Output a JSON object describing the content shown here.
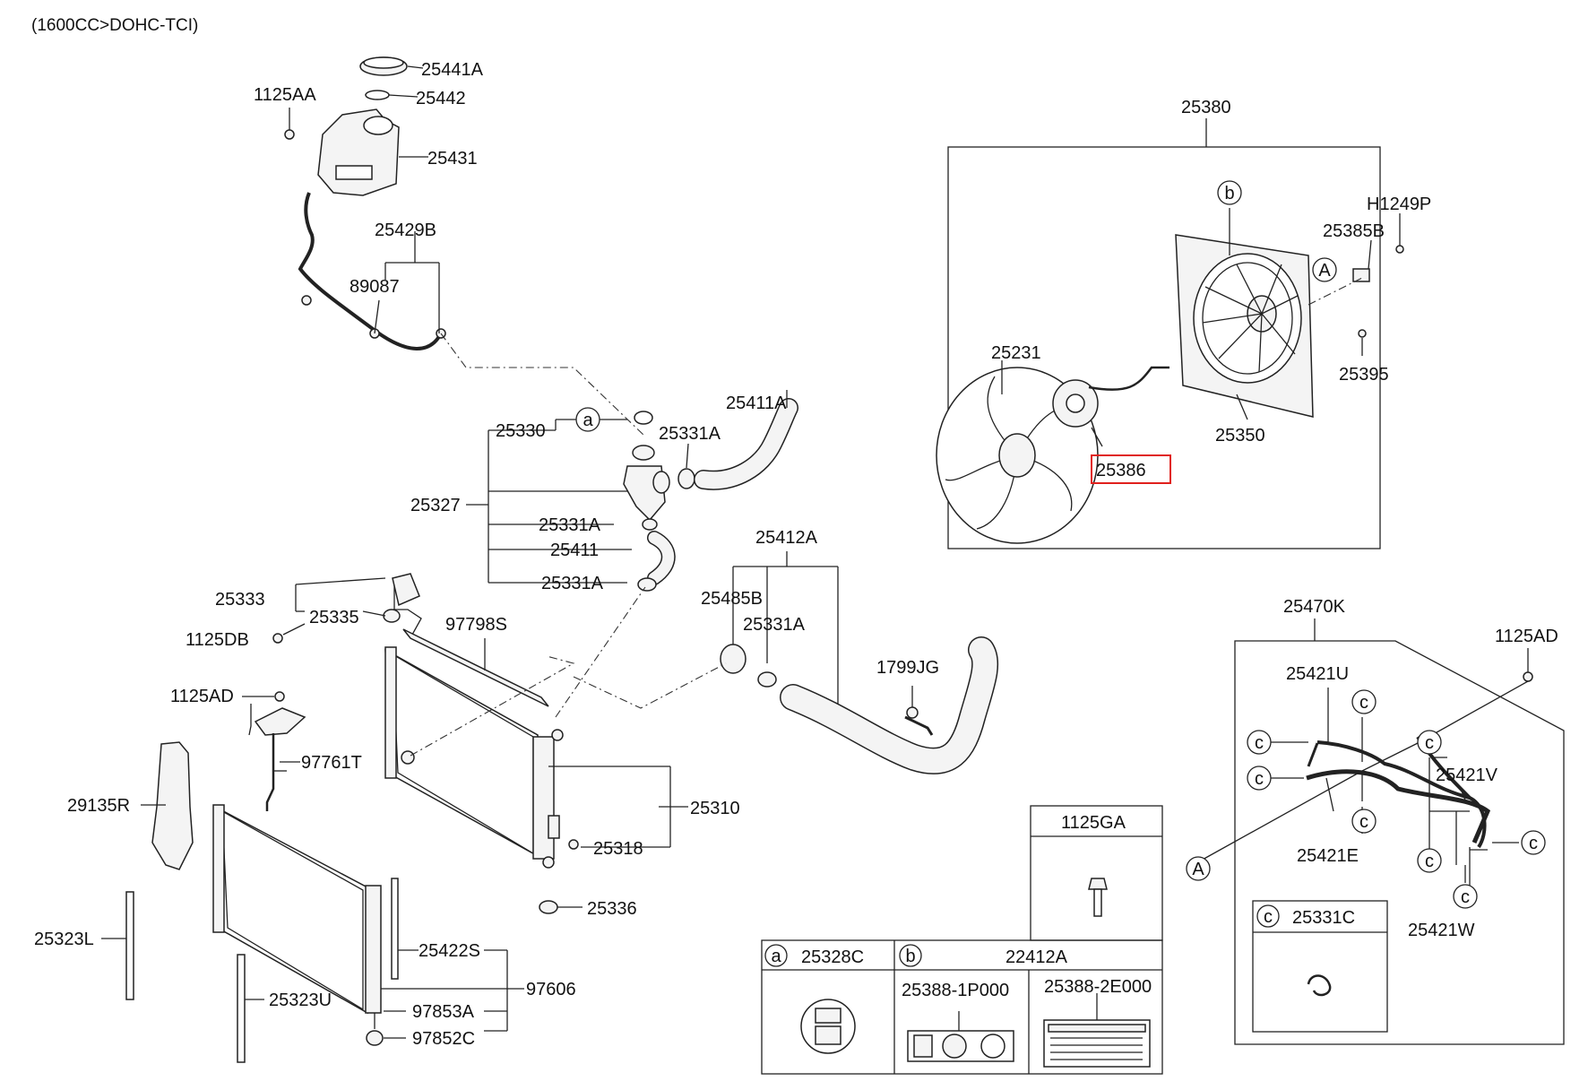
{
  "header": {
    "engine_spec": "(1600CC>DOHC-TCI)"
  },
  "callouts": {
    "c25441A": "25441A",
    "c25442": "25442",
    "c1125AA": "1125AA",
    "c25431": "25431",
    "c25429B": "25429B",
    "c89087": "89087",
    "c25380": "25380",
    "cH1249P": "H1249P",
    "c25385B": "25385B",
    "c25395": "25395",
    "c25231": "25231",
    "c25350": "25350",
    "c25386": "25386",
    "c25330": "25330",
    "c25331A_1": "25331A",
    "c25411A": "25411A",
    "c25327": "25327",
    "c25331A_2": "25331A",
    "c25411": "25411",
    "c25331A_3": "25331A",
    "c25412A": "25412A",
    "c25485B": "25485B",
    "c25331A_4": "25331A",
    "c1799JG": "1799JG",
    "c25333": "25333",
    "c25335": "25335",
    "c1125DB": "1125DB",
    "c97798S": "97798S",
    "c1125AD_1": "1125AD",
    "c97761T": "97761T",
    "c29135R": "29135R",
    "c25310": "25310",
    "c25318": "25318",
    "c25336": "25336",
    "c25323L": "25323L",
    "c25422S": "25422S",
    "c97606": "97606",
    "c25323U": "25323U",
    "c97853A": "97853A",
    "c97852C": "97852C",
    "c25470K": "25470K",
    "c1125AD_2": "1125AD",
    "c25421U": "25421U",
    "c25421V": "25421V",
    "c25421E": "25421E",
    "c25421W": "25421W"
  },
  "markers": {
    "a": "a",
    "b": "b",
    "c": "c",
    "A": "A"
  },
  "tables": {
    "bolt_box": {
      "header": "1125GA"
    },
    "label_table": {
      "col_a_marker": "a",
      "col_a_header": "25328C",
      "col_b_marker": "b",
      "col_b_header": "22412A",
      "sub_1": "25388-1P000",
      "sub_2": "25388-2E000"
    },
    "clip_box": {
      "marker": "c",
      "header": "25331C"
    }
  },
  "highlight": {
    "part": "25386",
    "color": "#e0201c"
  }
}
